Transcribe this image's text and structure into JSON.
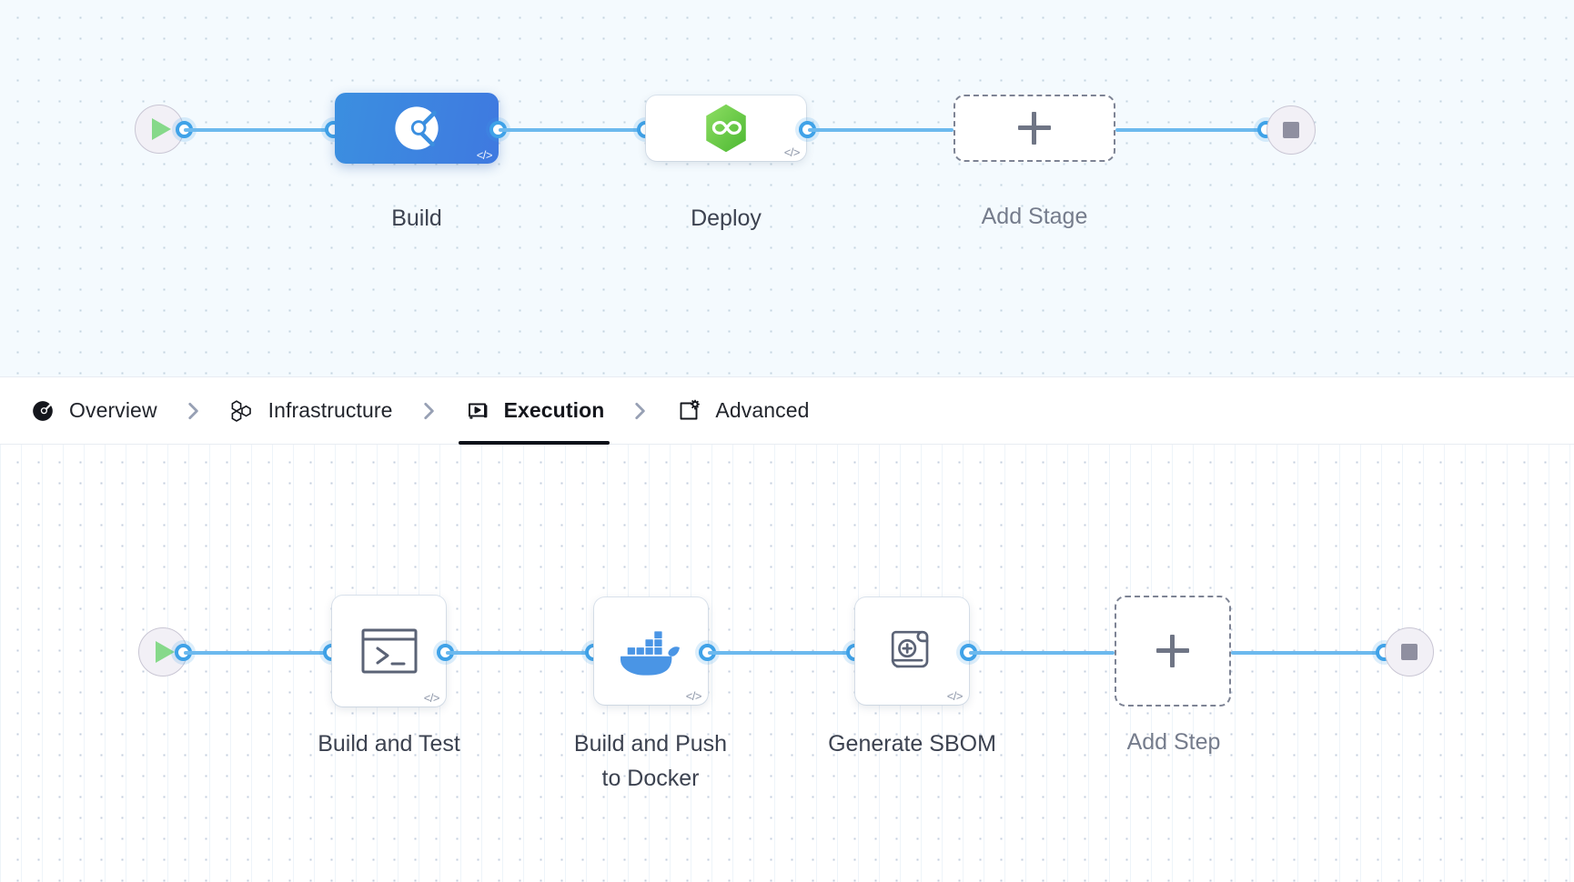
{
  "tabs": [
    {
      "label": "Overview",
      "icon": "harness-overview-icon",
      "active": false
    },
    {
      "label": "Infrastructure",
      "icon": "hexagons-icon",
      "active": false
    },
    {
      "label": "Execution",
      "icon": "play-box-icon",
      "active": true
    },
    {
      "label": "Advanced",
      "icon": "gear-box-icon",
      "active": false
    }
  ],
  "separator": "chevron-right-icon",
  "stage_graph": {
    "start_icon": "play-circle-icon",
    "end_icon": "stop-circle-icon",
    "nodes": [
      {
        "label": "Build",
        "icon": "harness-ci-icon",
        "badge": "</>",
        "selected": true,
        "type": "stage"
      },
      {
        "label": "Deploy",
        "icon": "harness-cd-icon",
        "badge": "</>",
        "selected": false,
        "type": "stage"
      },
      {
        "label": "Add Stage",
        "icon": "plus-icon",
        "badge": "",
        "selected": false,
        "type": "add"
      }
    ]
  },
  "step_graph": {
    "start_icon": "play-circle-icon",
    "end_icon": "stop-circle-icon",
    "nodes": [
      {
        "label": "Build and Test",
        "icon": "terminal-icon",
        "badge": "</>",
        "type": "step"
      },
      {
        "label": "Build and Push\nto Docker",
        "icon": "docker-icon",
        "badge": "</>",
        "type": "step"
      },
      {
        "label": "Generate SBOM",
        "icon": "scroll-plus-icon",
        "badge": "</>",
        "type": "step"
      },
      {
        "label": "Add Step",
        "icon": "plus-icon",
        "badge": "",
        "type": "add"
      }
    ]
  },
  "colors": {
    "edge": "#6cb9ee",
    "port": "#3fa2e8",
    "selected_stage": "#3b8fe0",
    "cd_green": "#6bc950",
    "docker_blue": "#4a95e5",
    "start_green": "#86d98a",
    "canvas_top": "#f4fafe",
    "canvas_bottom": "#ffffff",
    "tab_active": "#0b1019"
  }
}
